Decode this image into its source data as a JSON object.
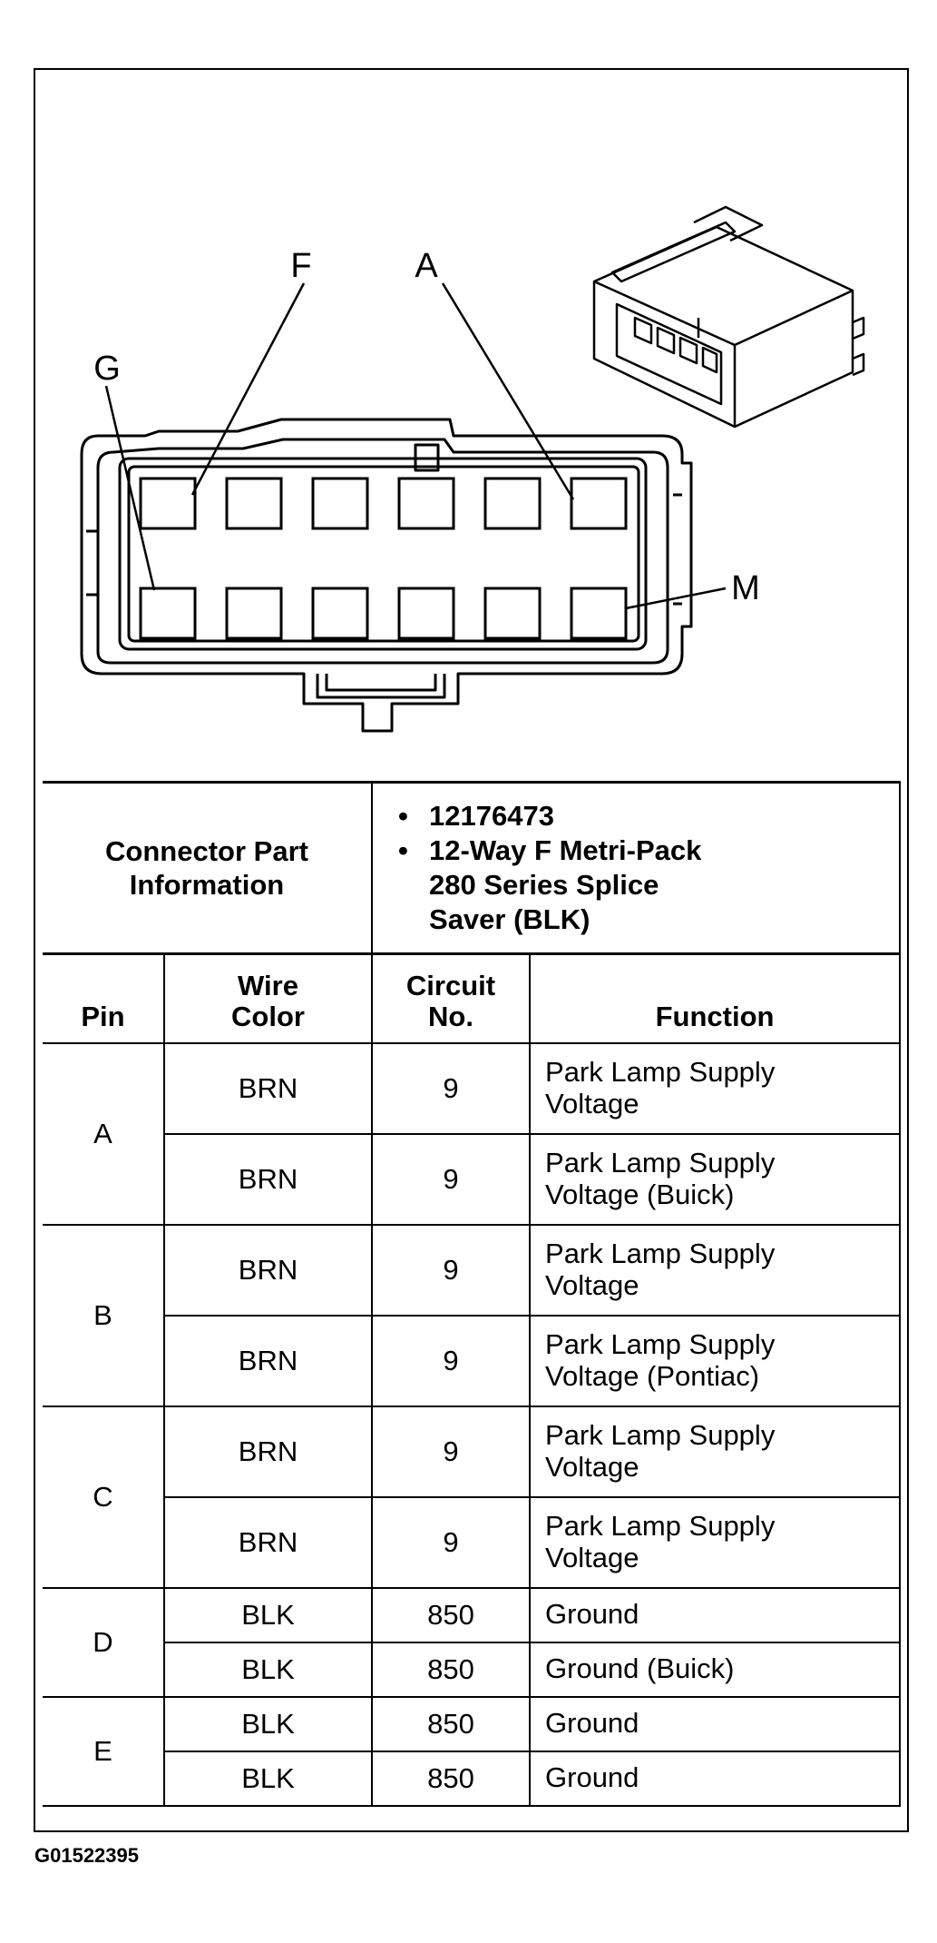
{
  "pin_letters": {
    "f": "F",
    "a": "A",
    "g": "G",
    "m": "M"
  },
  "connector": {
    "label_line1": "Connector Part",
    "label_line2": "Information",
    "part_number": "12176473",
    "description_line1": "12-Way F Metri-Pack",
    "description_line2": "280 Series Splice",
    "description_line3": "Saver (BLK)",
    "bullet": "•"
  },
  "headers": {
    "pin": "Pin",
    "wire_color_line1": "Wire",
    "wire_color_line2": "Color",
    "circuit_line1": "Circuit",
    "circuit_line2": "No.",
    "function": "Function"
  },
  "rows": [
    {
      "pin": "A",
      "color": "BRN",
      "circuit": "9",
      "func1": "Park Lamp Supply",
      "func2": "Voltage"
    },
    {
      "pin": "",
      "color": "BRN",
      "circuit": "9",
      "func1": "Park Lamp Supply",
      "func2": "Voltage (Buick)"
    },
    {
      "pin": "B",
      "color": "BRN",
      "circuit": "9",
      "func1": "Park Lamp Supply",
      "func2": "Voltage"
    },
    {
      "pin": "",
      "color": "BRN",
      "circuit": "9",
      "func1": "Park Lamp Supply",
      "func2": "Voltage (Pontiac)"
    },
    {
      "pin": "C",
      "color": "BRN",
      "circuit": "9",
      "func1": "Park Lamp Supply",
      "func2": "Voltage"
    },
    {
      "pin": "",
      "color": "BRN",
      "circuit": "9",
      "func1": "Park Lamp Supply",
      "func2": "Voltage"
    },
    {
      "pin": "D",
      "color": "BLK",
      "circuit": "850",
      "func1": "Ground",
      "func2": ""
    },
    {
      "pin": "",
      "color": "BLK",
      "circuit": "850",
      "func1": "Ground (Buick)",
      "func2": ""
    },
    {
      "pin": "E",
      "color": "BLK",
      "circuit": "850",
      "func1": "Ground",
      "func2": ""
    },
    {
      "pin": "",
      "color": "BLK",
      "circuit": "850",
      "func1": "Ground",
      "func2": ""
    }
  ],
  "figure_id": "G01522395"
}
